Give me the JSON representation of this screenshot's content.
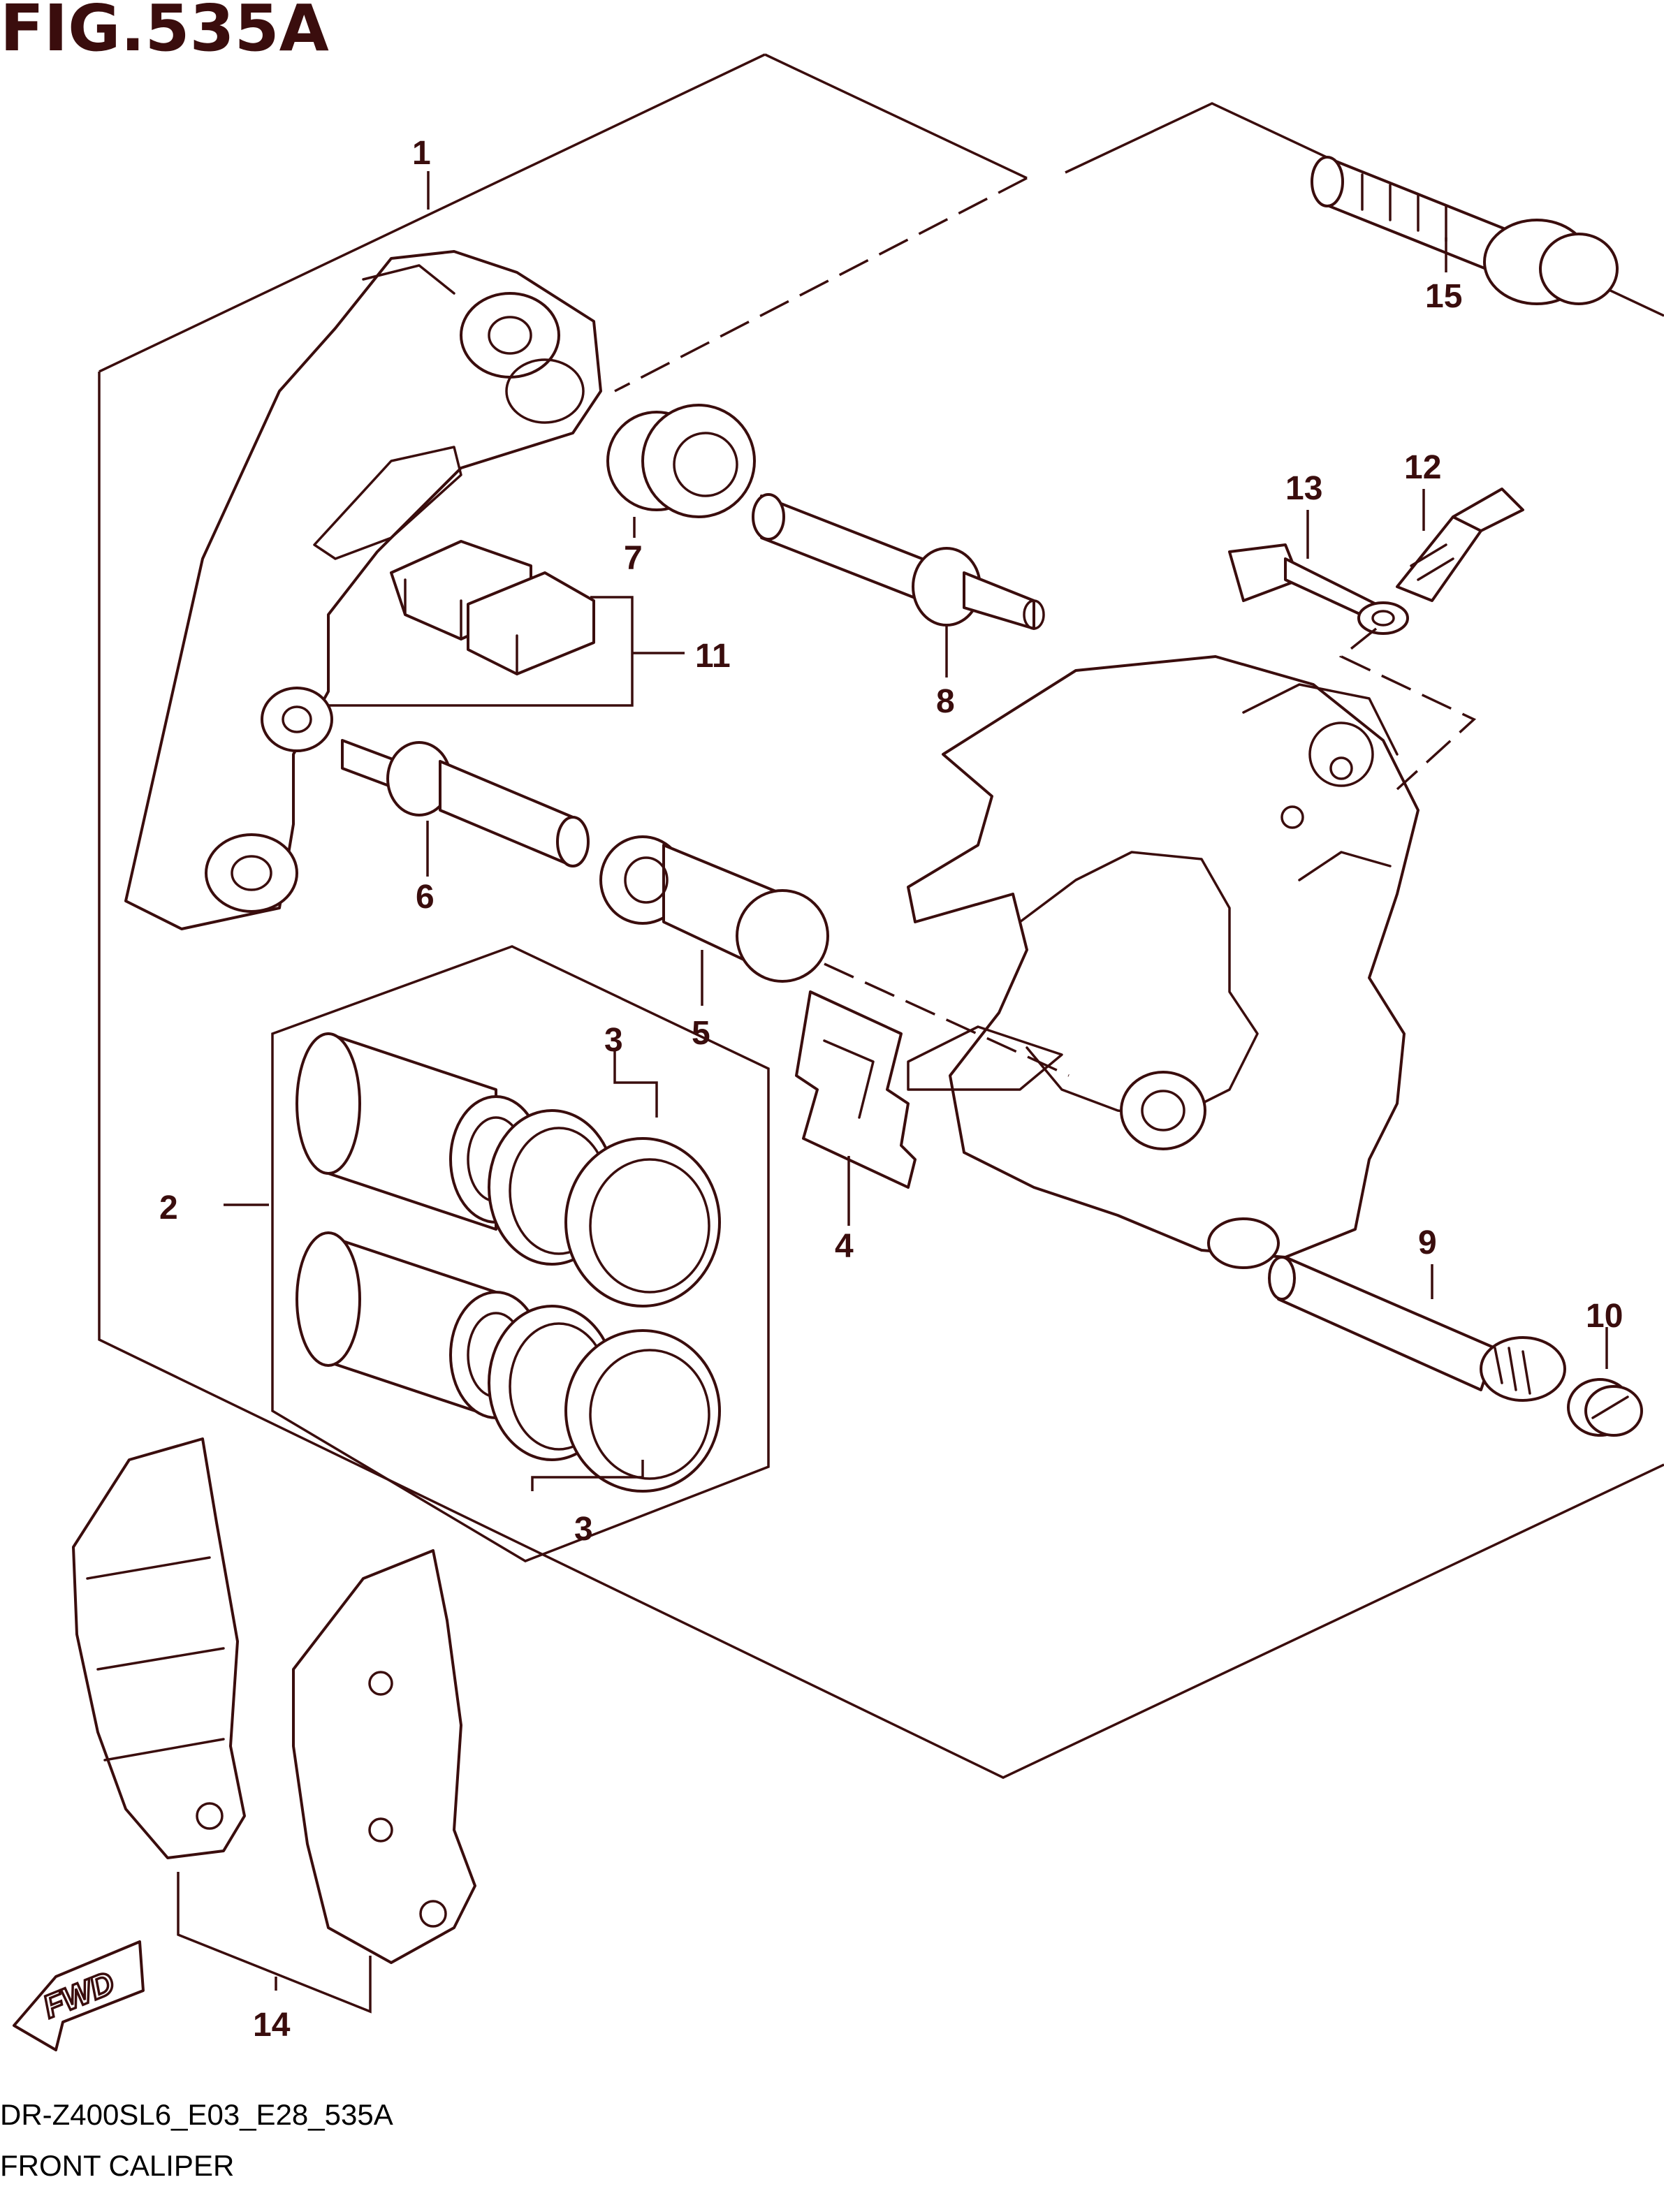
{
  "figure": {
    "title": "FIG.535A",
    "model_code": "DR-Z400SL6_E03_E28_535A",
    "caption": "FRONT CALIPER"
  },
  "callouts": {
    "c1": "1",
    "c2": "2",
    "c3a": "3",
    "c3b": "3",
    "c4": "4",
    "c5": "5",
    "c6": "6",
    "c7": "7",
    "c8": "8",
    "c9": "9",
    "c10": "10",
    "c11": "11",
    "c12": "12",
    "c13": "13",
    "c14": "14",
    "c15": "15"
  },
  "direction_label": "FWD",
  "colors": {
    "line": "#3a0d0d",
    "background": "#ffffff",
    "footer_text": "#000000"
  }
}
